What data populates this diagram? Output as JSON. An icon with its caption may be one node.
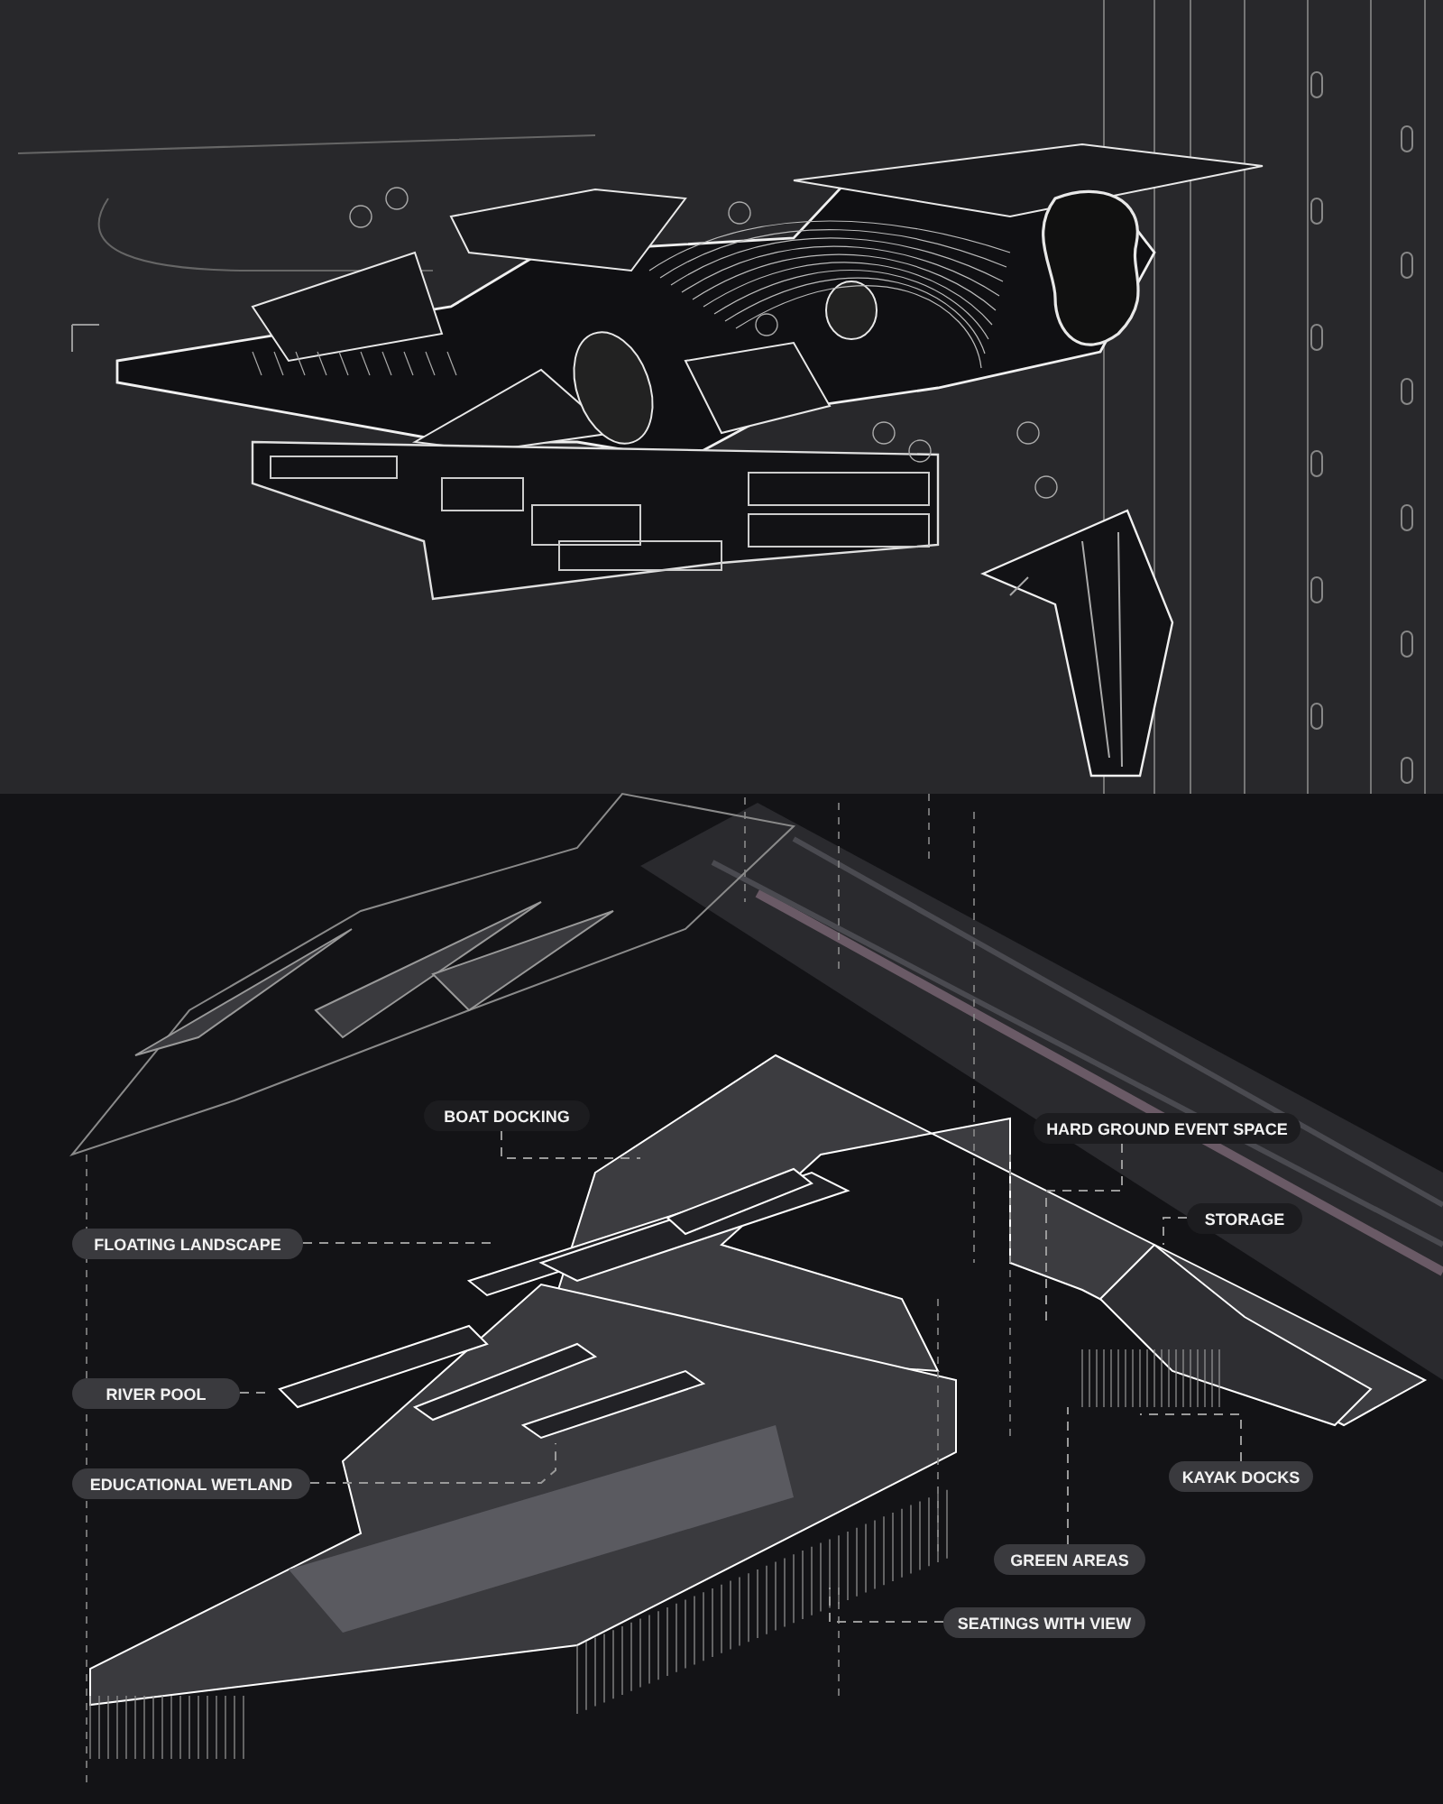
{
  "diagram": {
    "nodes": [
      {
        "text": [
          "BOAT DOCKING"
        ]
      },
      {
        "text": [
          "HARD GROUND EVENT SPACE"
        ]
      },
      {
        "text": [
          "STORAGE"
        ]
      },
      {
        "text": [
          "FLOATING LANDSCAPE"
        ]
      },
      {
        "text": [
          "RIVER POOL"
        ]
      },
      {
        "text": [
          "EDUCATIONAL WETLAND"
        ]
      },
      {
        "text": [
          "KAYAK DOCKS"
        ]
      },
      {
        "text": [
          "GREEN AREAS"
        ]
      },
      {
        "text": [
          "SEATINGS WITH VIEW"
        ]
      }
    ],
    "edges": [
      {
        "from": 0,
        "to": null,
        "arrow": "none",
        "style": "dashed"
      },
      {
        "from": 1,
        "to": null,
        "arrow": "none",
        "style": "dashed"
      },
      {
        "from": 2,
        "to": null,
        "arrow": "none",
        "style": "dashed"
      },
      {
        "from": 3,
        "to": null,
        "arrow": "none",
        "style": "dashed"
      },
      {
        "from": 4,
        "to": null,
        "arrow": "none",
        "style": "dashed"
      },
      {
        "from": 5,
        "to": null,
        "arrow": "none",
        "style": "dashed"
      },
      {
        "from": 6,
        "to": null,
        "arrow": "none",
        "style": "dashed"
      },
      {
        "from": 7,
        "to": null,
        "arrow": "none",
        "style": "dashed"
      },
      {
        "from": 8,
        "to": null,
        "arrow": "none",
        "style": "dashed"
      }
    ]
  }
}
